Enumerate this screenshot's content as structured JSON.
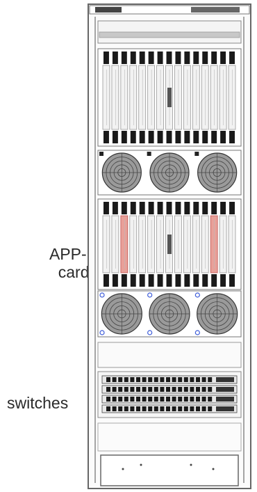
{
  "labels": {
    "app_b_line1": "APP-B",
    "app_b_line2": "cards",
    "switches": "switches"
  },
  "rack": {
    "upper_shelf_slots": 15,
    "lower_shelf_slots": 15,
    "fan_trays": 2,
    "fans_per_tray": 3,
    "highlighted_slots": [
      2,
      12
    ],
    "switch_count": 4,
    "colors": {
      "frame": "#666666",
      "highlight": "#e8a099",
      "highlight_stroke": "#c0504d",
      "port": "#1a1a1a",
      "fan": "#555555",
      "fan_tray_blue": "#3b5bd9"
    }
  }
}
